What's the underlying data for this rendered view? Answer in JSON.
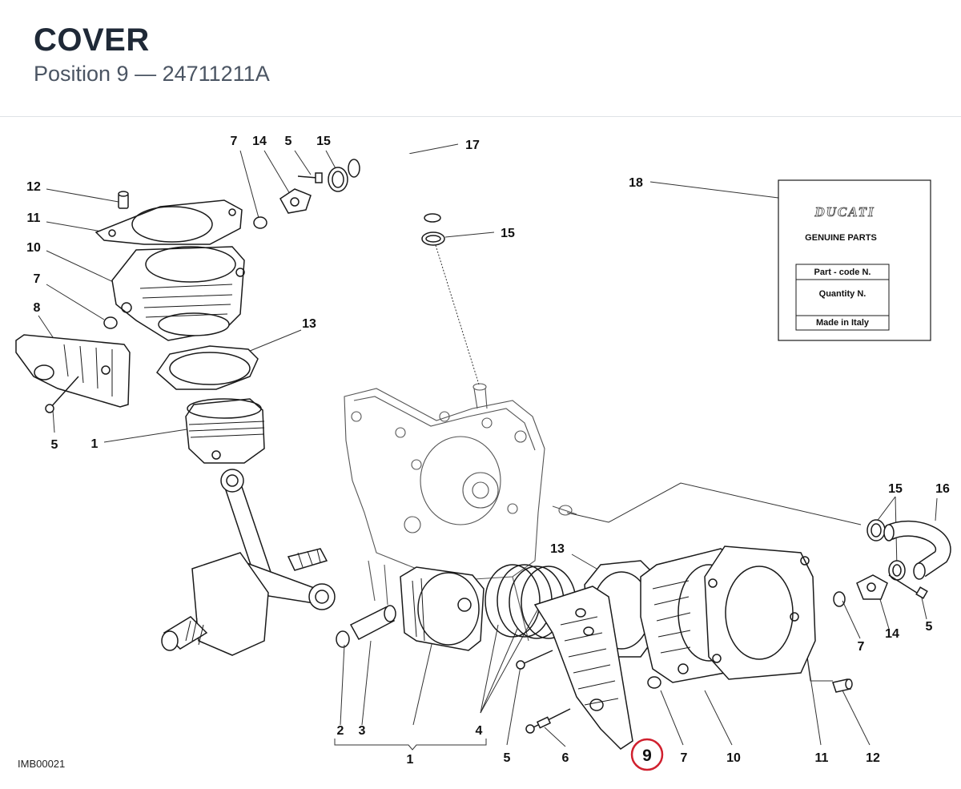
{
  "header": {
    "title": "COVER",
    "subtitle": "Position 9 — 24711211A"
  },
  "diagram": {
    "image_code": "IMB00021",
    "highlight_color": "#d0202e",
    "callouts_top": [
      "7",
      "14",
      "5",
      "15",
      "17",
      "12",
      "11",
      "10",
      "7",
      "8",
      "15",
      "13",
      "5",
      "1",
      "18"
    ],
    "callouts_bottom": [
      "13",
      "15",
      "16",
      "2",
      "3",
      "4",
      "1",
      "5",
      "6",
      "9",
      "7",
      "10",
      "11",
      "12",
      "14",
      "7",
      "5"
    ],
    "label_card": {
      "brand": "DUCATI",
      "heading": "GENUINE PARTS",
      "rows": [
        "Part - code N.",
        "Quantity N.",
        "Made in Italy"
      ]
    }
  }
}
